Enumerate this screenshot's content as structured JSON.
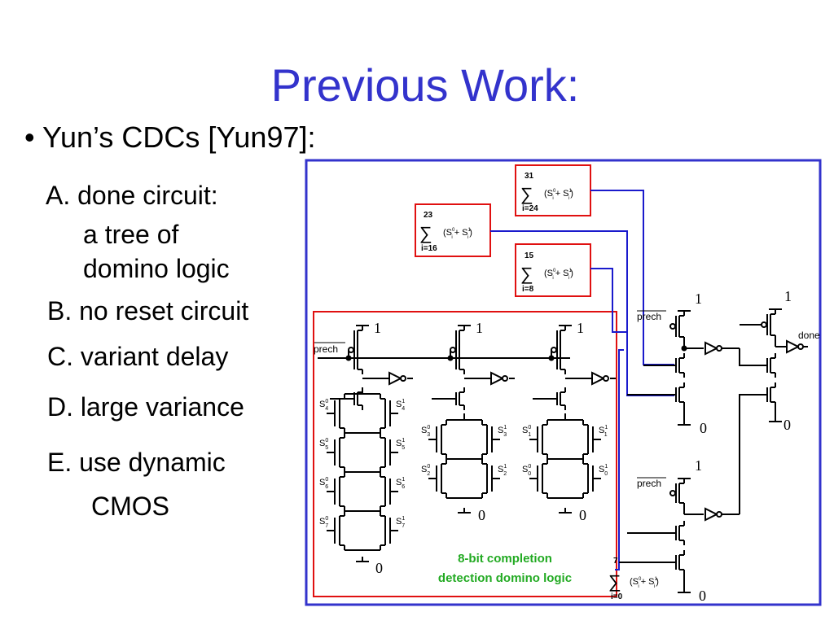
{
  "slide": {
    "title": "Previous Work:",
    "bullet": "• Yun’s CDCs [Yun97]:",
    "items": [
      "A. done circuit:",
      "a tree of",
      "domino logic",
      "B. no reset circuit",
      "C. variant delay",
      "D. large variance",
      "E. use dynamic",
      "CMOS"
    ]
  },
  "diagram": {
    "sum_boxes": [
      {
        "upper": "31",
        "lower": "i=24",
        "expr_open": "(S",
        "plus": "+ S",
        "close": ")"
      },
      {
        "upper": "23",
        "lower": "i=16",
        "expr_open": "(S",
        "plus": "+ S",
        "close": ")"
      },
      {
        "upper": "15",
        "lower": "i=8",
        "expr_open": "(S",
        "plus": "+ S",
        "close": ")"
      },
      {
        "upper": "7",
        "lower": "i=0",
        "expr_open": "(S",
        "plus": "+ S",
        "close": ")"
      }
    ],
    "prech": "prech",
    "done": "done",
    "one": "1",
    "zero": "0",
    "sum_symbol": "∑",
    "sub_i": "i",
    "sup0": "0",
    "sup1": "1",
    "chain1": [
      {
        "left_sub": "4",
        "right_sub": "4"
      },
      {
        "left_sub": "5",
        "right_sub": "5"
      },
      {
        "left_sub": "6",
        "right_sub": "6"
      },
      {
        "left_sub": "7",
        "right_sub": "7"
      }
    ],
    "chain2": [
      {
        "left_sub": "3",
        "right_sub": "3"
      },
      {
        "left_sub": "2",
        "right_sub": "2"
      }
    ],
    "chain3": [
      {
        "left_sub": "1",
        "right_sub": "1"
      },
      {
        "left_sub": "0",
        "right_sub": "0"
      }
    ],
    "s_letter": "S",
    "caption_line1": "8-bit completion",
    "caption_line2": "detection domino logic"
  }
}
